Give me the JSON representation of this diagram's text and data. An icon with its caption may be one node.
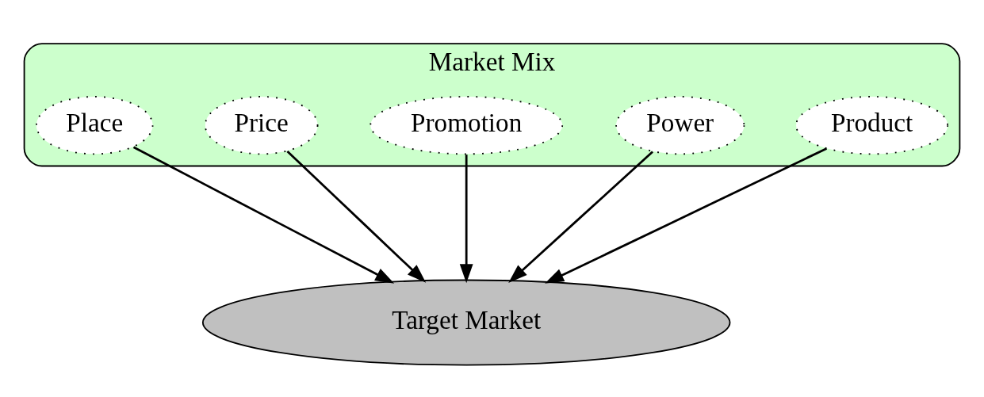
{
  "diagram": {
    "nodes": [
      {
        "text": [
          "Market Mix"
        ]
      },
      {
        "text": [
          "Product"
        ],
        "in": 0
      },
      {
        "text": [
          "Power"
        ],
        "in": 0
      },
      {
        "text": [
          "Promotion"
        ],
        "in": 0
      },
      {
        "text": [
          "Price"
        ],
        "in": 0
      },
      {
        "text": [
          "Place"
        ],
        "in": 0
      },
      {
        "text": [
          "Target Market"
        ]
      }
    ],
    "edges": [
      {
        "from": 1,
        "to": 6,
        "arrow": "to"
      },
      {
        "from": 4,
        "to": 6,
        "arrow": "to"
      },
      {
        "from": 2,
        "to": 6,
        "arrow": "to"
      },
      {
        "from": 5,
        "to": 6,
        "arrow": "to"
      },
      {
        "from": 3,
        "to": 6,
        "arrow": "to"
      }
    ]
  }
}
